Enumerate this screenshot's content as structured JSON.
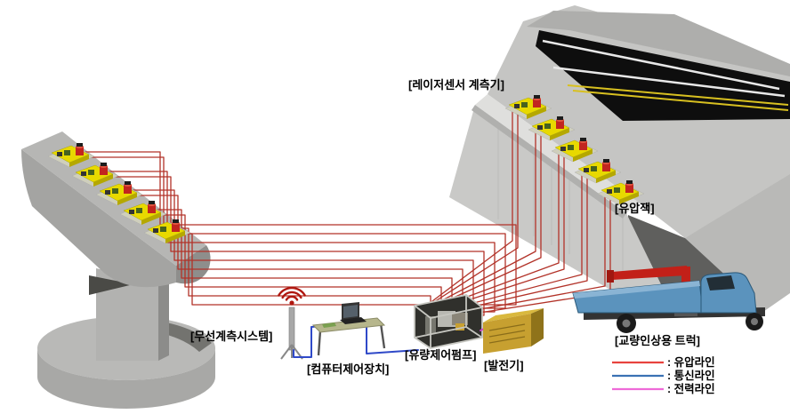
{
  "diagram": {
    "type": "bridge-lifting-system-illustration",
    "labels": {
      "laser_sensor": "[레이저센서 계측기]",
      "hydraulic_jack": "[유압잭]",
      "wireless_system": "[무선계측시스템]",
      "computer_control": "[컴퓨터제어장치]",
      "flow_pump": "[유량제어펌프]",
      "generator": "[발전기]",
      "truck": "[교량인상용 트럭]"
    },
    "legend": {
      "items": [
        {
          "name": "hydraulic-line",
          "label": ": 유압라인",
          "color": "#e8433e"
        },
        {
          "name": "communication-line",
          "label": ": 통신라인",
          "color": "#3a72b4"
        },
        {
          "name": "power-line",
          "label": ": 전력라인",
          "color": "#ee6ad8"
        }
      ]
    },
    "colors": {
      "hydraulic_line": "#b23228",
      "communication_line": "#2f49c8",
      "power_line": "#cc44cc",
      "jack_yellow": "#e8d900",
      "structure_gray": "#c9c9c7",
      "road_black": "#0e0e0e"
    },
    "counts": {
      "pier_jacks": 5,
      "abutment_jacks": 5
    }
  }
}
